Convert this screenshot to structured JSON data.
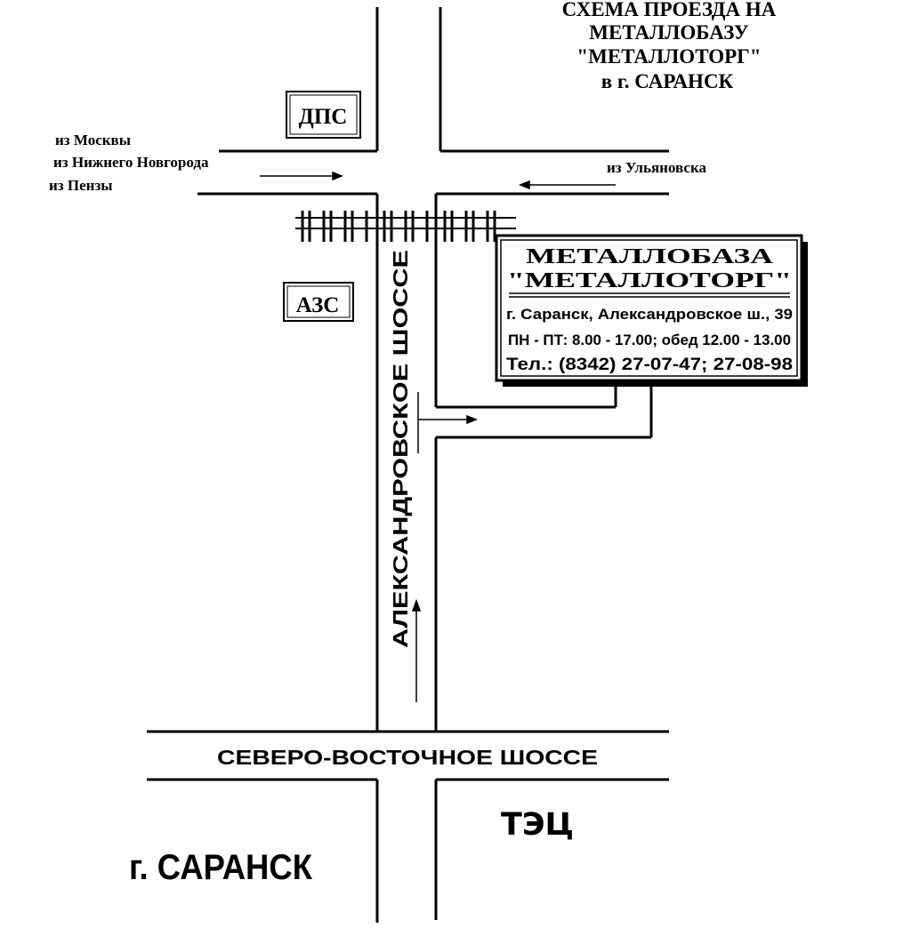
{
  "title": {
    "line1": "СХЕМА ПРОЕЗДА НА",
    "line2": "МЕТАЛЛОБАЗУ",
    "line3": "\"МЕТАЛЛОТОРГ\"",
    "line4": "в г. САРАНСК"
  },
  "landmarks": {
    "dps": "ДПС",
    "azs": "АЗС",
    "tec": "ТЭЦ",
    "city": "г. САРАНСК"
  },
  "directions": {
    "from_moscow": "из Москвы",
    "from_nizhny": "из Нижнего Новгорода",
    "from_penza": "из Пензы",
    "from_ulyanovsk": "из Ульяновска"
  },
  "roads": {
    "alexandrovskoe": "АЛЕКСАНДРОВСКОЕ ШОССЕ",
    "severo_vostochnoe": "СЕВЕРО-ВОСТОЧНОЕ ШОССЕ"
  },
  "company_box": {
    "name": "МЕТАЛЛОБАЗА",
    "brand": "\"МЕТАЛЛОТОРГ\"",
    "address": "г. Саранск, Александровское ш., 39",
    "hours": "ПН - ПТ: 8.00 - 17.00; обед 12.00 - 13.00",
    "phone": "Тел.: (8342) 27-07-47; 27-08-98"
  },
  "colors": {
    "ink": "#000000",
    "paper": "#ffffff"
  }
}
